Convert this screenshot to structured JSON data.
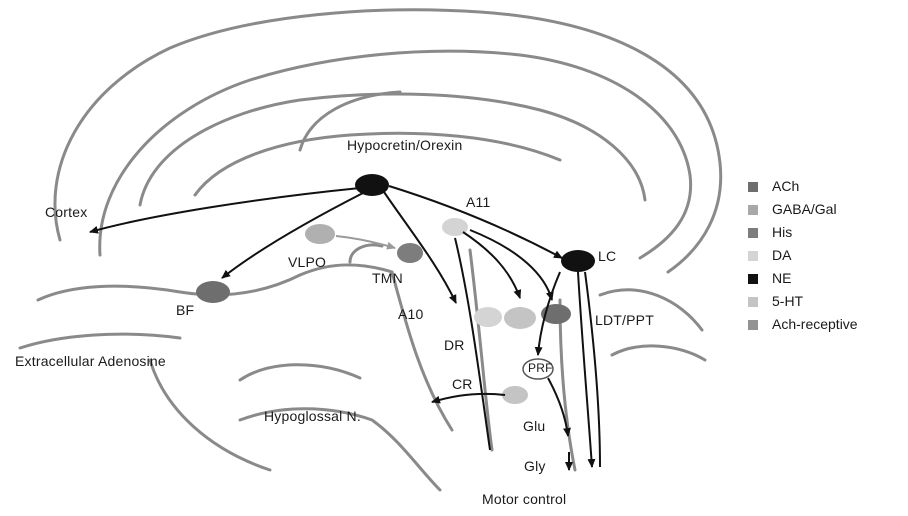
{
  "labels": {
    "hypocretin": "Hypocretin/Orexin",
    "cortex": "Cortex",
    "vlpo": "VLPO",
    "tmn": "TMN",
    "bf": "BF",
    "a11": "A11",
    "lc": "LC",
    "a10": "A10",
    "ldt_ppt": "LDT/PPT",
    "dr": "DR",
    "prf": "PRF",
    "cr": "CR",
    "extracellular_adenosine": "Extracellular Adenosine",
    "hypoglossal": "Hypoglossal N.",
    "glu": "Glu",
    "gly": "Gly",
    "motor_control": "Motor control"
  },
  "legend": [
    {
      "label": "ACh",
      "color": "#6e6e6e"
    },
    {
      "label": "GABA/Gal",
      "color": "#a8a8a8"
    },
    {
      "label": "His",
      "color": "#7d7d7d"
    },
    {
      "label": "DA",
      "color": "#d4d4d4"
    },
    {
      "label": "NE",
      "color": "#111111"
    },
    {
      "label": "5-HT",
      "color": "#c4c4c4"
    },
    {
      "label": "Ach-receptive",
      "color": "#939393"
    }
  ]
}
